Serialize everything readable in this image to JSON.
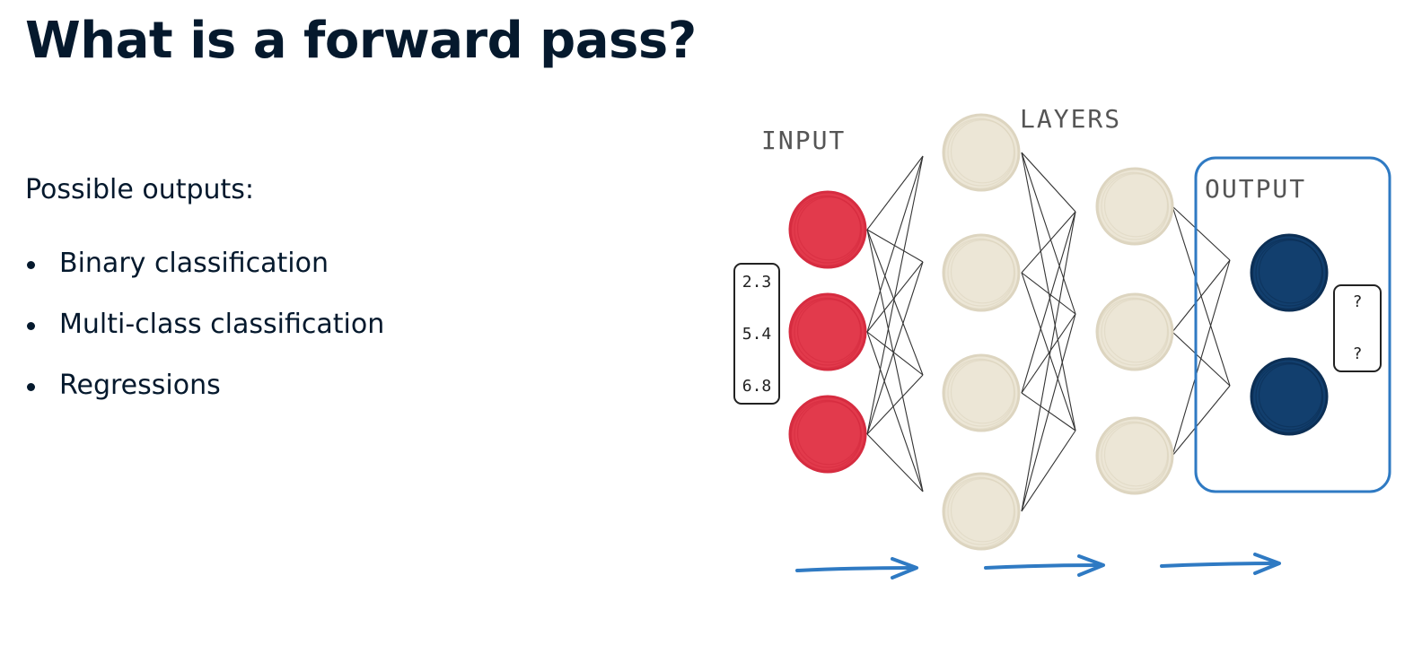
{
  "slide": {
    "title": "What is a forward pass?",
    "subtitle": "Possible outputs:",
    "bullets": [
      "Binary classification",
      "Multi-class classification",
      "Regressions"
    ]
  },
  "diagram": {
    "labels": {
      "input": "INPUT",
      "layers": "LAYERS",
      "output": "OUTPUT"
    },
    "input_values": [
      "2.3",
      "5.4",
      "6.8"
    ],
    "output_values": [
      "?",
      "?"
    ],
    "colors": {
      "input_node": "#e23a4c",
      "hidden_node": "#ece6d6",
      "output_node": "#123f6e",
      "output_box": "#2f7ac3",
      "arrow": "#2f7ac3",
      "edge": "#333333"
    }
  }
}
